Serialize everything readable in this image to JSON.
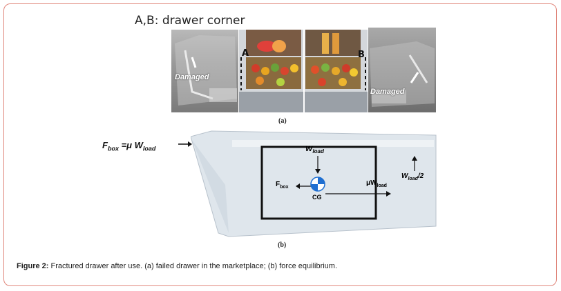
{
  "figure": {
    "top_title": "A,B: drawer corner",
    "label_a": "A",
    "label_b": "B",
    "damaged_left": "Damaged",
    "damaged_right": "Damaged",
    "sub_a": "(a)",
    "sub_b": "(b)",
    "fbox_lhs": "F",
    "fbox_lhs_sub": "box",
    "fbox_eq": " =μ W",
    "fbox_eq_sub": "load",
    "w_load": "W",
    "w_load_sub": "load",
    "fbox_inner": "F",
    "fbox_inner_sub": "box",
    "mu_w": "μW",
    "mu_w_sub": "load",
    "w_half": "W",
    "w_half_sub": "load",
    "w_half_tail": "/2",
    "cg": "CG"
  },
  "caption": {
    "label": "Figure 2:",
    "text": " Fractured drawer after use. (a) failed drawer in the marketplace; (b) force equilibrium."
  }
}
